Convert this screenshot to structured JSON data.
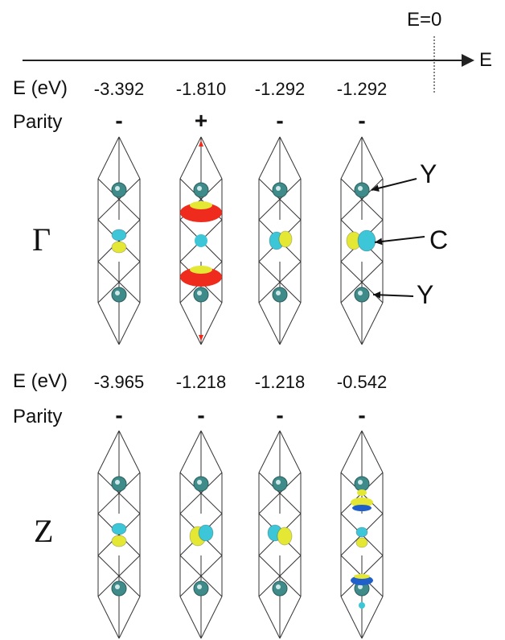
{
  "axis": {
    "zero_label": "E=0",
    "axis_label": "E"
  },
  "panels": [
    {
      "kpoint": "Γ",
      "energy_label": "E (eV)",
      "parity_label": "Parity",
      "energies": [
        "-3.392",
        "-1.810",
        "-1.292",
        "-1.292"
      ],
      "parities": [
        "-",
        "+",
        "-",
        "-"
      ]
    },
    {
      "kpoint": "Z",
      "energy_label": "E (eV)",
      "parity_label": "Parity",
      "energies": [
        "-3.965",
        "-1.218",
        "-1.218",
        "-0.542"
      ],
      "parities": [
        "-",
        "-",
        "-",
        "-"
      ]
    }
  ],
  "atom_labels": {
    "top": "Y",
    "middle": "C",
    "bottom": "Y"
  },
  "colors": {
    "atom": "#3e8b8a",
    "lobe_yellow": "#e4e835",
    "lobe_cyan": "#3cc6d8",
    "lobe_red": "#ee2b1c",
    "lobe_blue": "#1f5fc9"
  }
}
